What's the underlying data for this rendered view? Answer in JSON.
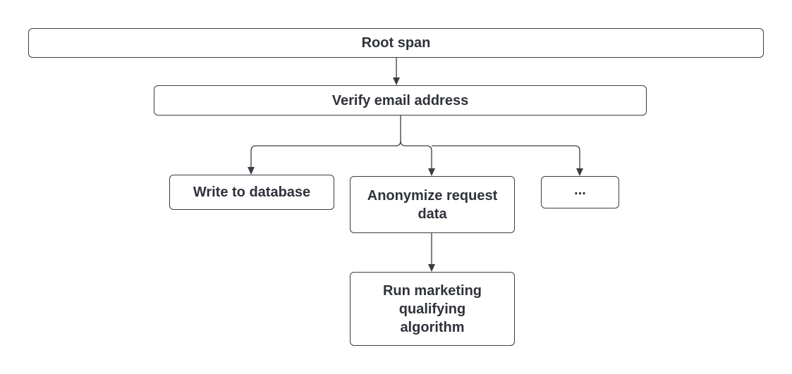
{
  "diagram": {
    "colors": {
      "stroke": "#3a3d44",
      "text": "#2f323a",
      "background": "#ffffff"
    },
    "nodes": {
      "root": {
        "label": "Root span"
      },
      "verify": {
        "label": "Verify email address"
      },
      "write": {
        "label": "Write to database"
      },
      "anonymize": {
        "label": "Anonymize request data"
      },
      "more": {
        "label": "..."
      },
      "marketing": {
        "label": "Run marketing qualifying algorithm"
      }
    },
    "edges": [
      {
        "from": "root",
        "to": "verify"
      },
      {
        "from": "verify",
        "to": "write"
      },
      {
        "from": "verify",
        "to": "anonymize"
      },
      {
        "from": "verify",
        "to": "more"
      },
      {
        "from": "anonymize",
        "to": "marketing"
      }
    ]
  }
}
